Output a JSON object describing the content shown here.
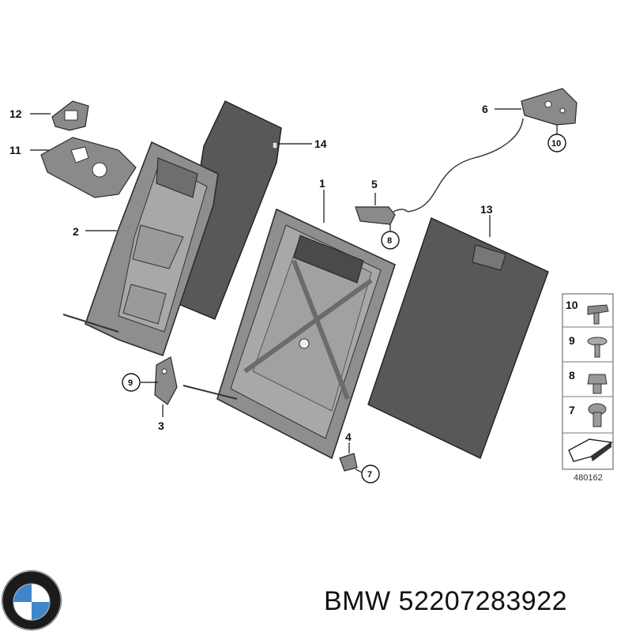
{
  "callouts": {
    "c1": "1",
    "c2": "2",
    "c3": "3",
    "c4": "4",
    "c5": "5",
    "c6": "6",
    "c7a": "7",
    "c8a": "8",
    "c9a": "9",
    "c10a": "10",
    "c11": "11",
    "c12": "12",
    "c13": "13",
    "c14": "14"
  },
  "legend": {
    "items": [
      {
        "number": "10",
        "icon": "bolt-flange-icon"
      },
      {
        "number": "9",
        "icon": "screw-flat-head-icon"
      },
      {
        "number": "8",
        "icon": "hex-bolt-icon"
      },
      {
        "number": "7",
        "icon": "round-head-bolt-icon"
      }
    ],
    "reference": "480162"
  },
  "brand": {
    "text": "BMW 52207283922",
    "logo": "bmw-roundel-logo"
  },
  "colors": {
    "frame": "#8e8e8e",
    "pad": "#585858",
    "logo_blue": "#3f86c9"
  }
}
